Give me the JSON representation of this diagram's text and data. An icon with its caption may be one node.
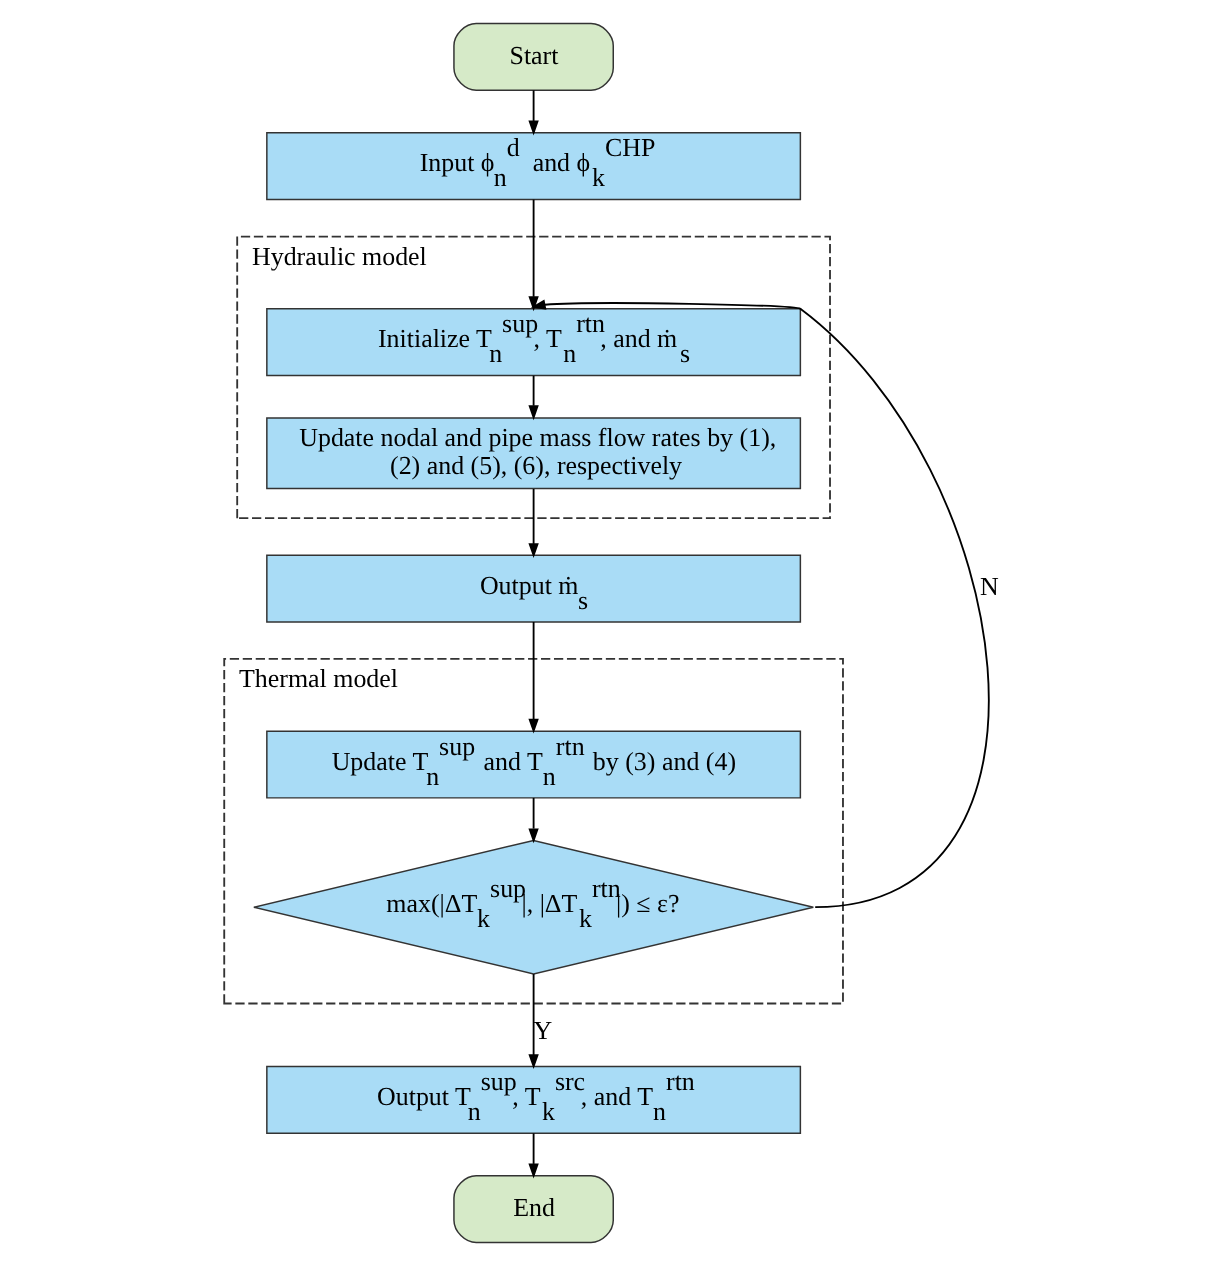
{
  "diagram": {
    "nodes": [
      {
        "text": [
          "Start"
        ]
      },
      {
        "text": [
          "Input ϕ$_{n}$$^{d}$ and ϕ$_{k}$$^{CHP}$"
        ]
      },
      {
        "text": [
          "Hydraulic model"
        ]
      },
      {
        "text": [
          "Initialize T$_{n}$$^{sup}$, T$_{n}$$^{rtn}$, and ṁ$_{s}$"
        ],
        "in": 2
      },
      {
        "text": [
          "Update nodal and pipe mass flow rates by (1), (2) and (5), (6), respectively"
        ],
        "in": 2
      },
      {
        "text": [
          "Output ṁ$_{s}$"
        ]
      },
      {
        "text": [
          "Thermal model"
        ]
      },
      {
        "text": [
          "Update T$_{n}$$^{sup}$ and T$_{n}$$^{rtn}$ by (3) and (4)"
        ],
        "in": 6
      },
      {
        "text": [
          "max(|ΔT$_{k}$$^{sup}$|, |ΔT$_{k}$$^{rtn}$|) ≤ ε?"
        ],
        "in": 6
      },
      {
        "text": [
          "Output T$_{n}$$^{sup}$, T$_{k}$$^{src}$, and T$_{n}$$^{rtn}$"
        ]
      },
      {
        "text": [
          "End"
        ]
      }
    ],
    "edges": [
      {
        "from": 0,
        "to": 1,
        "arrow": "to"
      },
      {
        "from": 1,
        "to": 3,
        "arrow": "to"
      },
      {
        "from": 3,
        "to": 4,
        "arrow": "to"
      },
      {
        "from": 4,
        "to": 5,
        "arrow": "to"
      },
      {
        "from": 5,
        "to": 7,
        "arrow": "to"
      },
      {
        "from": 7,
        "to": 8,
        "arrow": "to"
      },
      {
        "from": 8,
        "to": 3,
        "arrow": "to",
        "label": "N"
      },
      {
        "from": 8,
        "to": 9,
        "arrow": "to",
        "label": "Y"
      },
      {
        "from": 9,
        "to": 10,
        "arrow": "to"
      }
    ]
  }
}
